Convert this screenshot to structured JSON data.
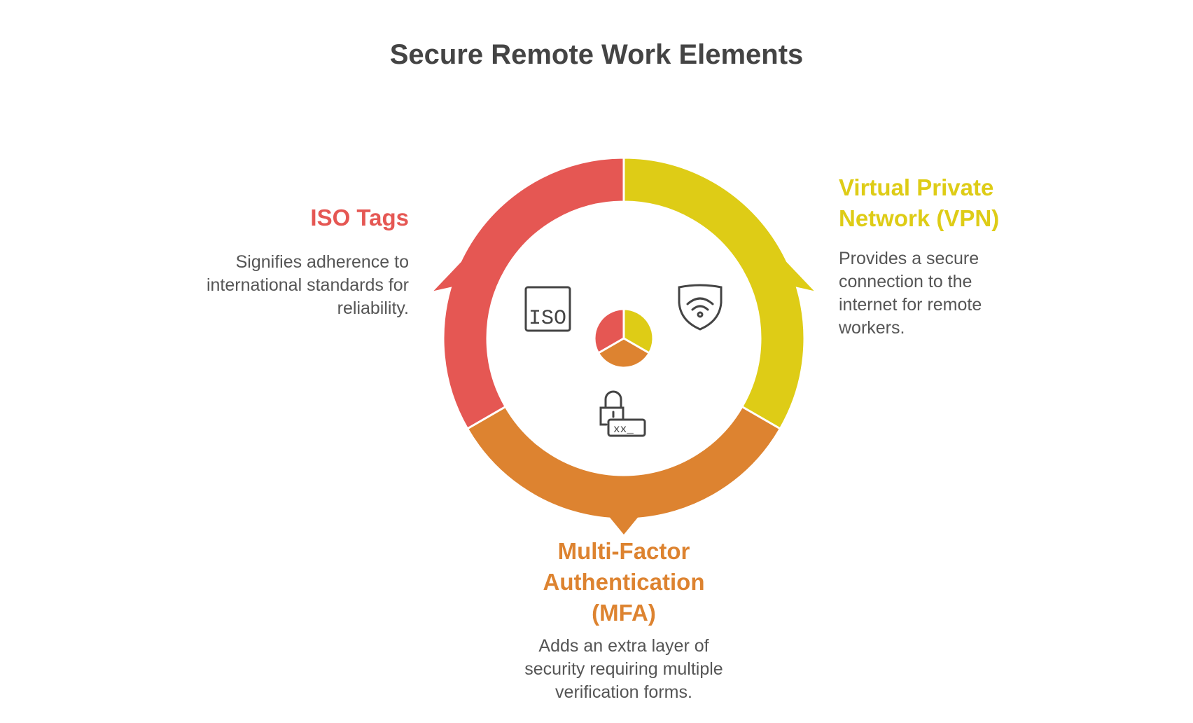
{
  "title": "Secure Remote Work Elements",
  "colors": {
    "red": "#E55753",
    "yellow": "#DECC16",
    "orange": "#DD8330",
    "icon": "#444444"
  },
  "items": [
    {
      "heading": "ISO Tags",
      "description": "Signifies adherence to international standards for reliability.",
      "icon": "iso-icon",
      "color": "#E55753"
    },
    {
      "heading": "Virtual Private Network (VPN)",
      "description": "Provides a secure connection to the internet for remote workers.",
      "icon": "shield-wifi-icon",
      "color": "#DECC16"
    },
    {
      "heading": "Multi-Factor Authentication (MFA)",
      "description": "Adds an extra layer of security requiring multiple verification forms.",
      "icon": "lock-password-icon",
      "color": "#DD8330"
    }
  ]
}
